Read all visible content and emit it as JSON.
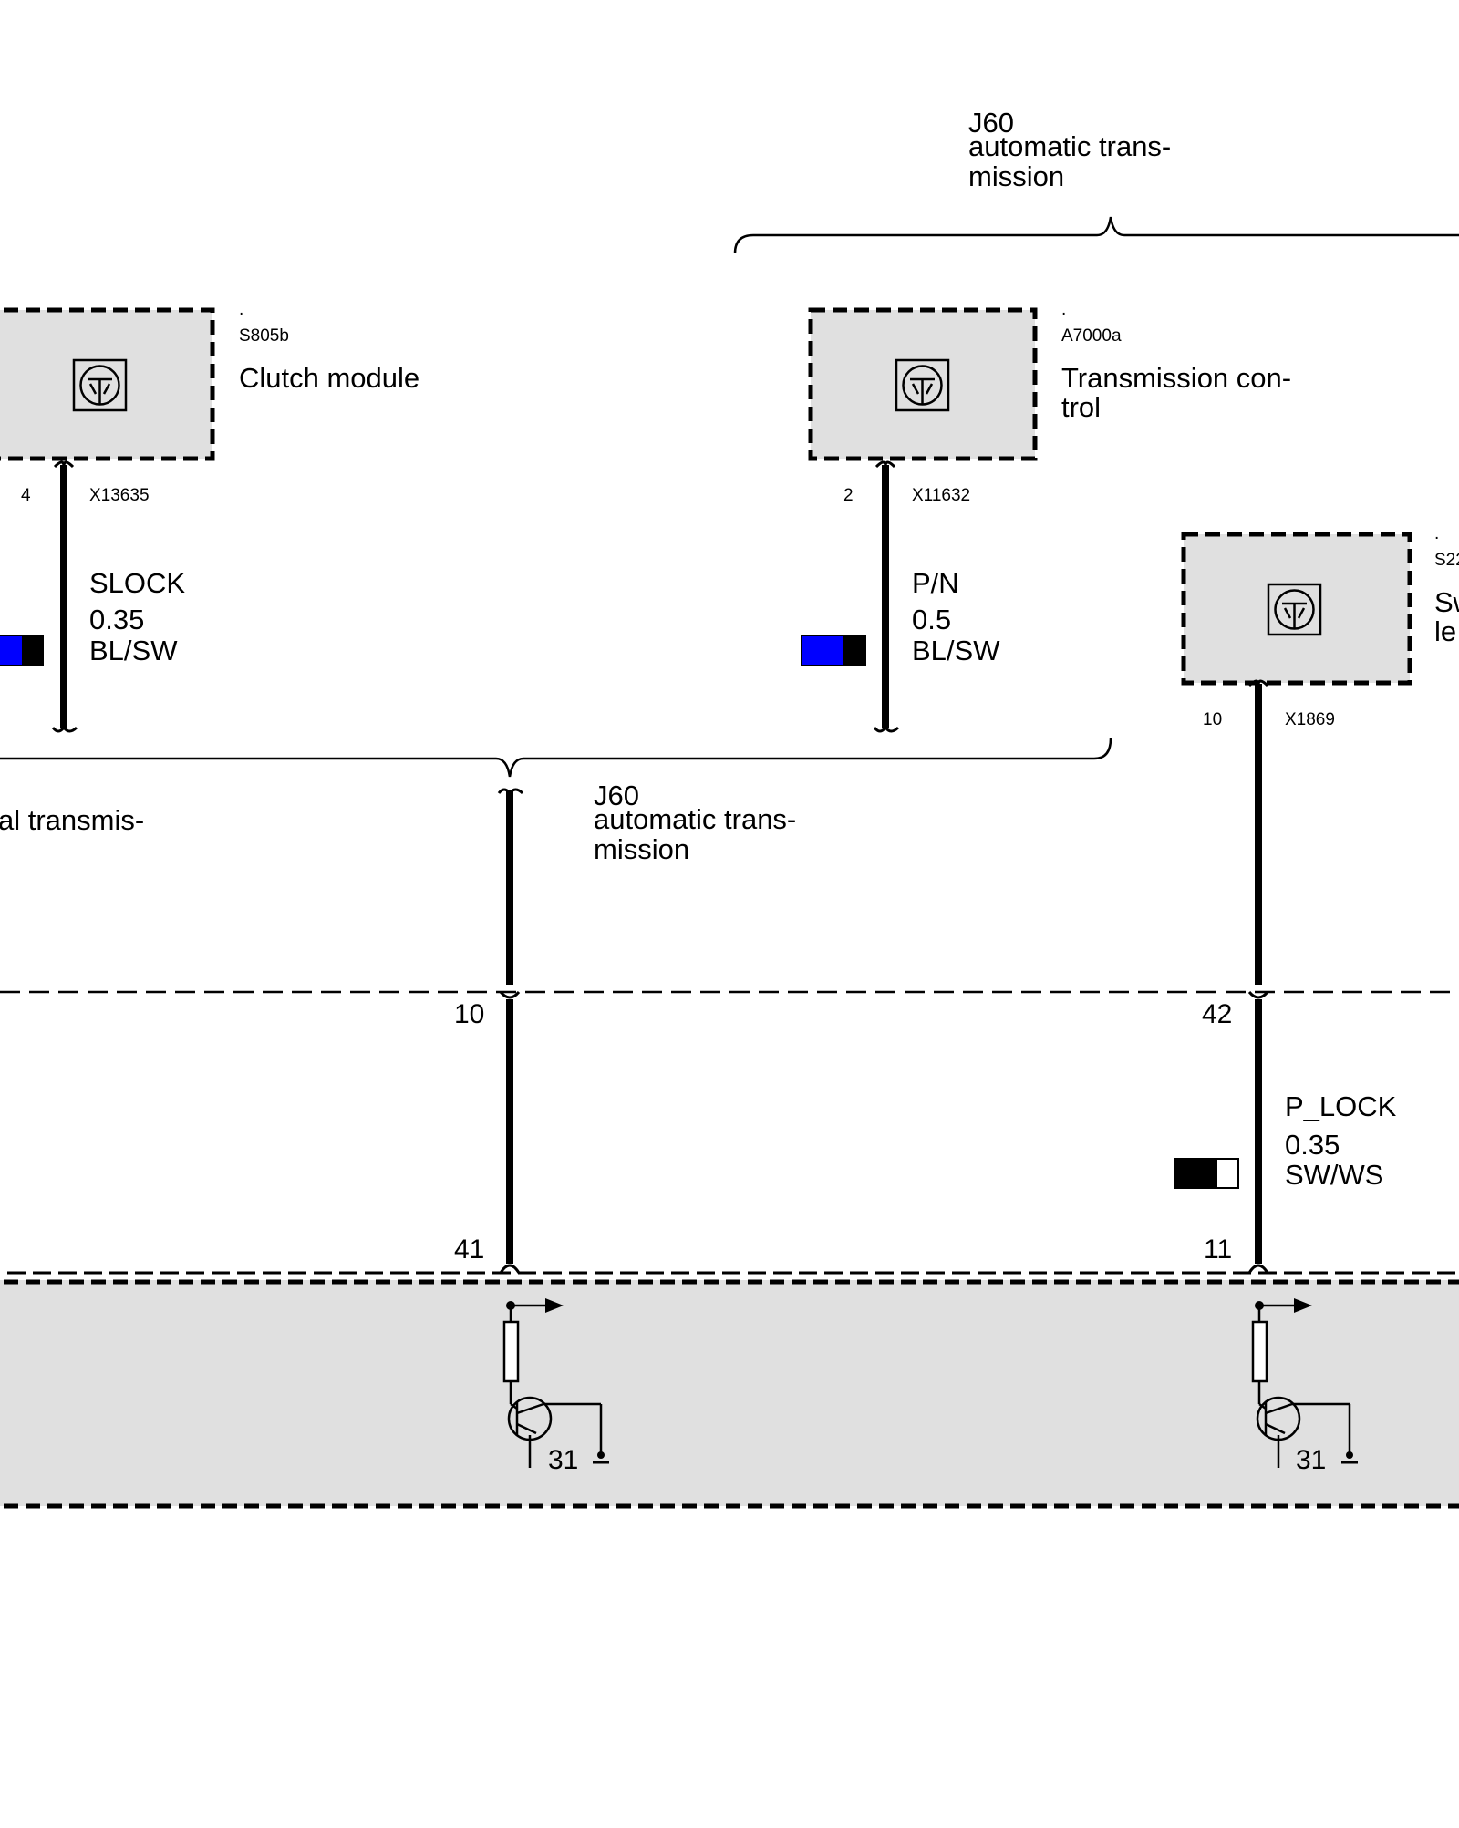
{
  "top_group": {
    "lines": [
      "J60",
      "automatic trans-",
      "mission"
    ]
  },
  "mid_group": {
    "lines": [
      "J60",
      "automatic trans-",
      "mission"
    ]
  },
  "left_group": {
    "line": "al transmis-"
  },
  "modules": {
    "clutch": {
      "dot": ".",
      "code": "S805b",
      "name_lines": [
        "Clutch module"
      ],
      "pin": "4",
      "connector": "X13635",
      "signal": "SLOCK",
      "gauge": "0.35",
      "color": "BL/SW",
      "swatch_colors": [
        "#0000ff",
        "#000000"
      ]
    },
    "transmission": {
      "dot": ".",
      "code": "A7000a",
      "name_lines": [
        "Transmission con-",
        "trol"
      ],
      "pin": "2",
      "connector": "X11632",
      "signal": "P/N",
      "gauge": "0.5",
      "color": "BL/SW",
      "swatch_colors": [
        "#0000ff",
        "#000000"
      ]
    },
    "right": {
      "dot": ".",
      "code": "S22",
      "name_lines": [
        "Sw",
        "le"
      ],
      "pin": "10",
      "connector": "X1869"
    }
  },
  "harness": {
    "left_wire": {
      "pin_top": "10",
      "pin_bottom": "41"
    },
    "right_wire": {
      "pin_top": "42",
      "pin_bottom": "11",
      "signal": "P_LOCK",
      "gauge": "0.35",
      "color": "SW/WS",
      "swatch_colors": [
        "#000000",
        "#ffffff"
      ]
    }
  },
  "ground_label": "31"
}
